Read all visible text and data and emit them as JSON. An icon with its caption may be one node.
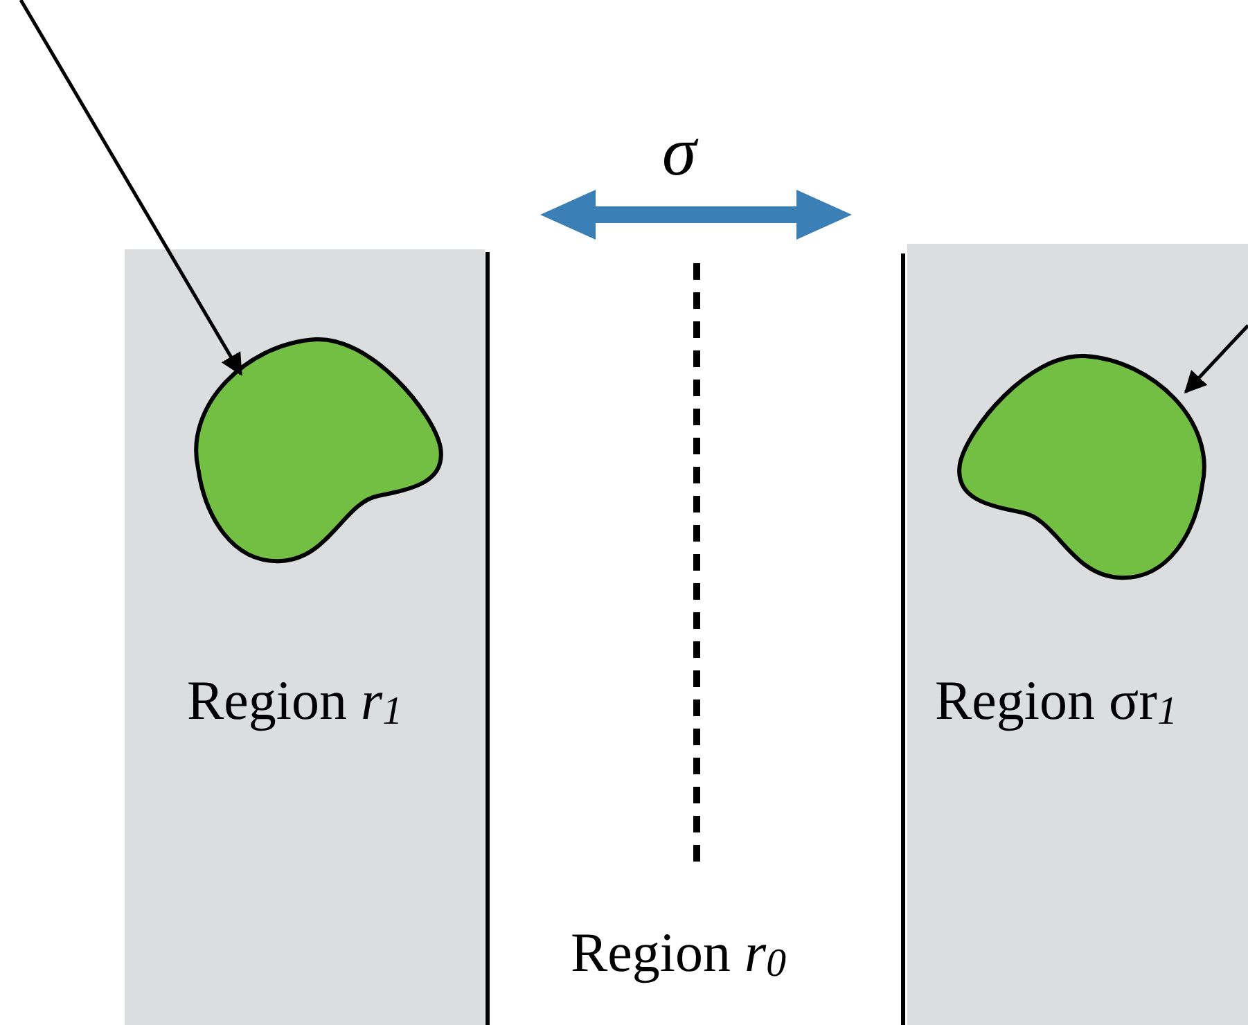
{
  "diagram": {
    "nodes": [
      {
        "text": [
          "Region *r*$_{1}$"
        ]
      },
      {
        "text": [],
        "shape": "blob",
        "in": 0
      },
      {
        "text": [
          "Region σr$_{1}$"
        ]
      },
      {
        "text": [],
        "shape": "blob",
        "in": 2
      }
    ],
    "edges": [
      {
        "from": null,
        "to": 1,
        "arrow": "to"
      },
      {
        "from": null,
        "to": 3,
        "arrow": "to"
      }
    ],
    "labels": [
      "σ",
      "Region *r*$_{0}$"
    ]
  }
}
